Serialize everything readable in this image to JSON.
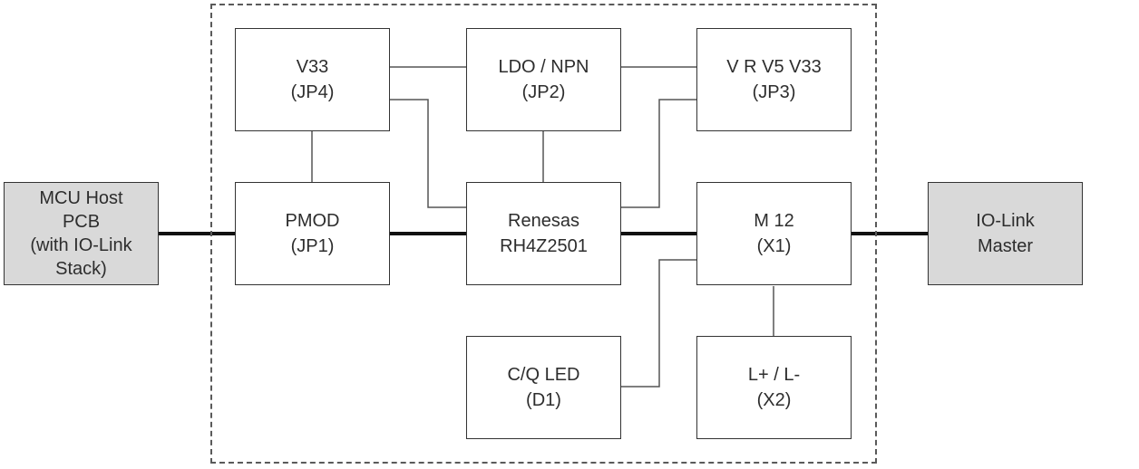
{
  "colors": {
    "block_fill": "#ffffff",
    "external_fill": "#d9d9d9",
    "stroke": "#333333",
    "outline": "#5a5a5a"
  },
  "blocks": {
    "mcu_host": {
      "lines": [
        "MCU Host",
        "PCB",
        "(with IO-Link",
        "Stack)"
      ]
    },
    "v33": {
      "lines": [
        "V33",
        "(JP4)"
      ]
    },
    "ldo_npn": {
      "lines": [
        "LDO / NPN",
        "(JP2)"
      ]
    },
    "vrv5": {
      "lines": [
        "V R V5 V33",
        "(JP3)"
      ]
    },
    "pmod": {
      "lines": [
        "PMOD",
        "(JP1)"
      ]
    },
    "renesas": {
      "lines": [
        "Renesas",
        "RH4Z2501"
      ]
    },
    "m12": {
      "lines": [
        "M 12",
        "(X1)"
      ]
    },
    "iolink_master": {
      "lines": [
        "IO-Link",
        "Master"
      ]
    },
    "cq_led": {
      "lines": [
        "C/Q LED",
        "(D1)"
      ]
    },
    "lplus_lminus": {
      "lines": [
        "L+ / L-",
        "(X2)"
      ]
    }
  }
}
